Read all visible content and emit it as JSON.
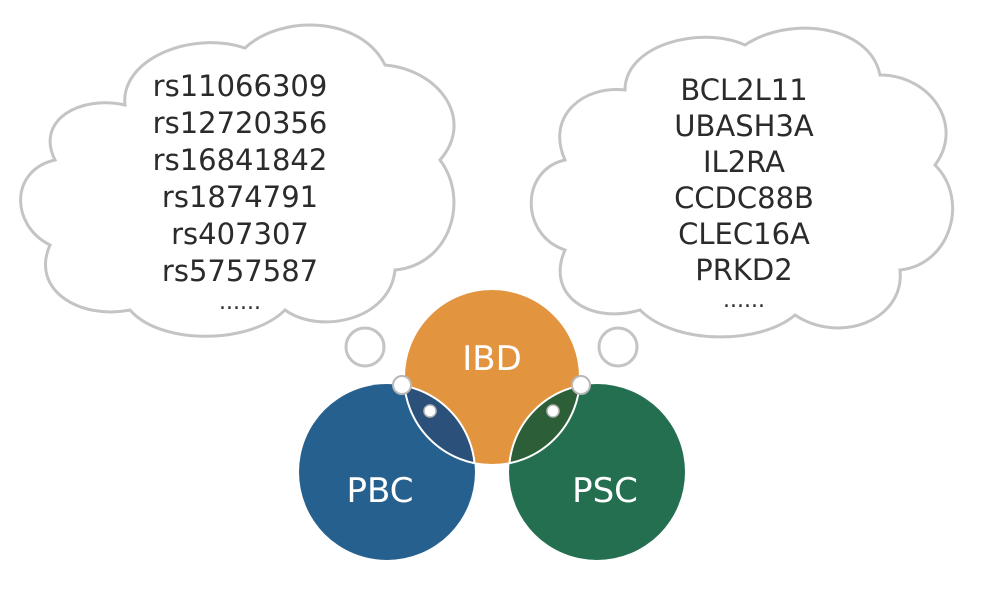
{
  "left_cloud": {
    "items": [
      "rs11066309",
      "rs12720356",
      "rs16841842",
      "rs1874791",
      "rs407307",
      "rs5757587",
      "......"
    ]
  },
  "right_cloud": {
    "items": [
      "BCL2L11",
      "UBASH3A",
      "IL2RA",
      "CCDC88B",
      "CLEC16A",
      "PRKD2",
      "......"
    ]
  },
  "venn": {
    "ibd": {
      "label": "IBD",
      "color": "#E2943E"
    },
    "pbc": {
      "label": "PBC",
      "color": "#26608F"
    },
    "psc": {
      "label": "PSC",
      "color": "#256F51"
    },
    "pbc_ibd_overlap_color": "#2B517A",
    "psc_ibd_overlap_color": "#2C5E37"
  }
}
